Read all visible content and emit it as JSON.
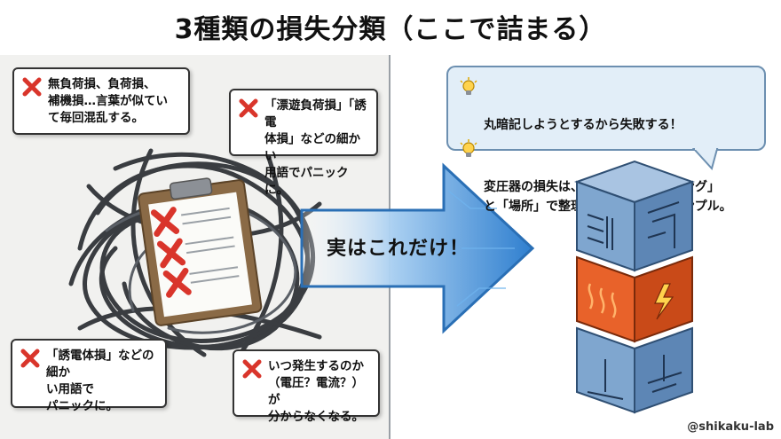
{
  "title": "3種類の損失分類（ここで詰まる）",
  "left_bubbles": [
    {
      "text": "無負荷損、負荷損、\n補機損…言葉が似てい\nて毎回混乱する。",
      "icon": "x-mark-icon"
    },
    {
      "text": "「漂遊負荷損」「誘電\n体損」などの細かい\n用語でパニックに。",
      "icon": "x-mark-icon"
    },
    {
      "text": "「誘電体損」などの細か\nい用語で\nパニックに。",
      "icon": "x-mark-icon"
    },
    {
      "text": "いつ発生するのか\n（電圧？電流？）が\n分からなくなる。",
      "icon": "x-mark-icon"
    }
  ],
  "arrow_label": "実はこれだけ！",
  "tips": [
    {
      "text": "丸暗記しようとするから失敗する！",
      "icon": "lightbulb-icon"
    },
    {
      "text": "変圧器の損失は、発生する「タイミング」\nと「場所」で整理すれば、実は超シンプル。",
      "icon": "lightbulb-icon"
    }
  ],
  "credit": "@shikaku-lab",
  "colors": {
    "x_red": "#d9352b",
    "arrow_blue": "#3f8fd6",
    "cube_blue": "#7fa6cf",
    "cube_orange": "#e8622a"
  }
}
